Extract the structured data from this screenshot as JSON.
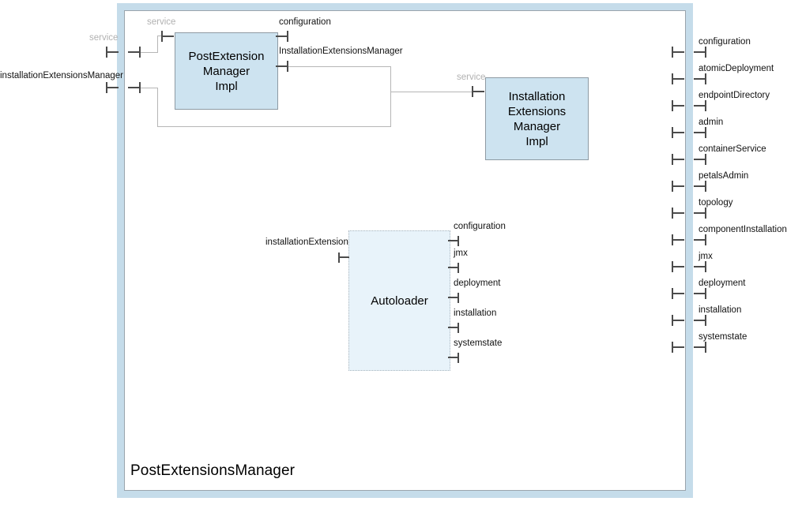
{
  "diagram": {
    "title": "PostExtensionsManager",
    "type": "uml-component-diagram",
    "colors": {
      "frame_band": "#c5dcea",
      "frame_inner_border": "#9aa4ac",
      "component_fill": "#cde3f0",
      "component_border": "#8e9aa3",
      "autoloader_fill": "#e8f3fa",
      "autoloader_border": "#a8b4bd",
      "connector": "#b6b6b6",
      "port_mark": "#4b4b4b",
      "label_text": "#111111",
      "label_muted": "#b1b1b1"
    }
  },
  "components": {
    "post_extension_manager_impl": {
      "name": "PostExtension\nManager\nImpl",
      "ports": {
        "service": "service",
        "configuration": "configuration",
        "installation_extensions_manager": "InstallationExtensionsManager"
      }
    },
    "installation_extensions_manager_impl": {
      "name": "Installation\nExtensions\nManager\nImpl",
      "ports": {
        "service": "service"
      }
    },
    "autoloader": {
      "name": "Autoloader",
      "ports": {
        "installation_extension": "installationExtension",
        "configuration": "configuration",
        "jmx": "jmx",
        "deployment": "deployment",
        "installation": "installation",
        "systemstate": "systemstate"
      }
    }
  },
  "left_ports": [
    {
      "label": "service",
      "muted": true
    },
    {
      "label": "installationExtensionsManager",
      "muted": false
    }
  ],
  "right_ports": [
    {
      "label": "configuration"
    },
    {
      "label": "atomicDeployment"
    },
    {
      "label": "endpointDirectory"
    },
    {
      "label": "admin"
    },
    {
      "label": "containerService"
    },
    {
      "label": "petalsAdmin"
    },
    {
      "label": "topology"
    },
    {
      "label": "componentInstallation"
    },
    {
      "label": "jmx"
    },
    {
      "label": "deployment"
    },
    {
      "label": "installation"
    },
    {
      "label": "systemstate"
    }
  ]
}
